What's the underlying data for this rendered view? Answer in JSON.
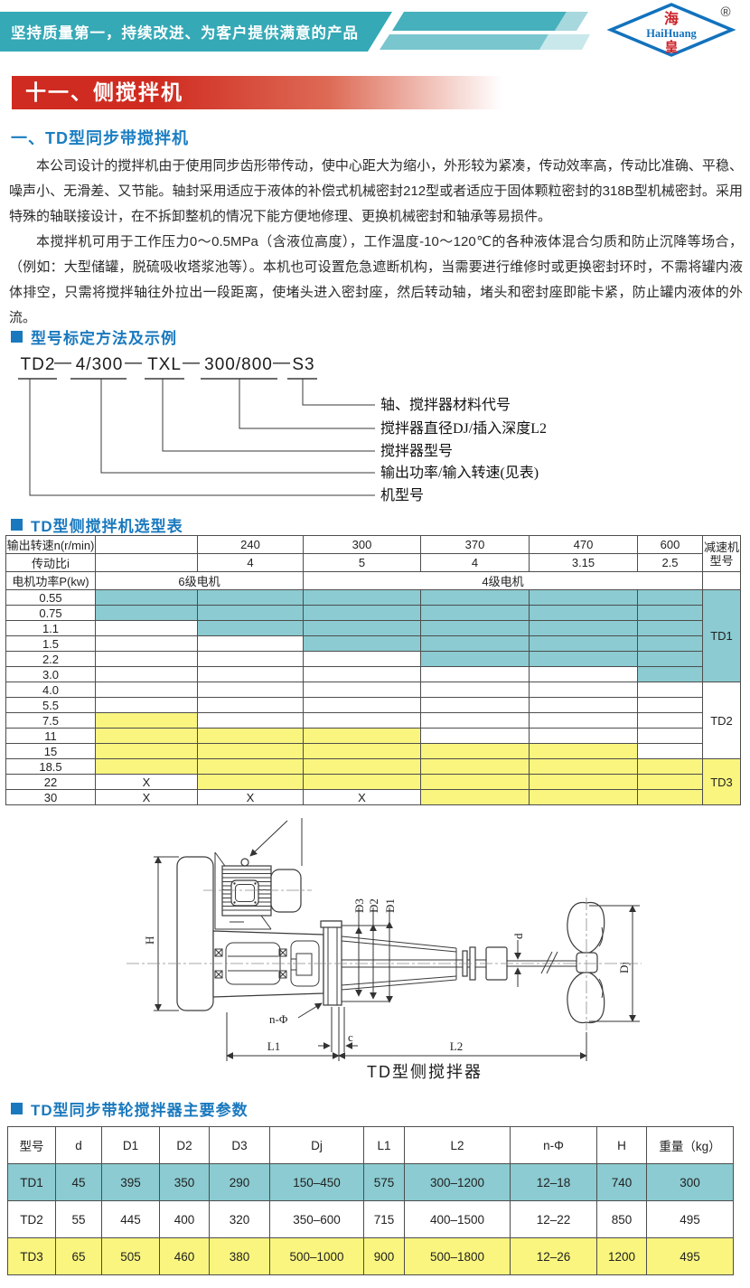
{
  "banner": {
    "slogan": "坚持质量第一，持续改进、为客户提供满意的产品",
    "logo": {
      "top": "海",
      "middle": "HaiHuang",
      "bottom": "皇",
      "registered": "®"
    }
  },
  "page_title": "十一、侧搅拌机",
  "intro": {
    "heading": "一、TD型同步带搅拌机",
    "paragraphs": [
      "本公司设计的搅拌机由于使用同步齿形带传动，使中心距大为缩小，外形较为紧凑，传动效率高，传动比准确、平稳、噪声小、无滑差、又节能。轴封采用适应于液体的补偿式机械密封212型或者适应于固体颗粒密封的318B型机械密封。采用特殊的轴联接设计，在不拆卸整机的情况下能方便地修理、更换机械密封和轴承等易损件。",
      "本搅拌机可用于工作压力0～0.5MPa（含液位高度），工作温度-10～120℃的各种液体混合匀质和防止沉降等场合，（例如：大型储罐，脱硫吸收塔浆池等）。本机也可设置危急遮断机构，当需要进行维修时或更换密封环时，不需将罐内液体排空，只需将搅拌轴往外拉出一段距离，使堵头进入密封座，然后转动轴，堵头和密封座即能卡紧，防止罐内液体的外流。"
    ]
  },
  "model_code": {
    "heading": "型号标定方法及示例",
    "segments": [
      "TD2",
      "4/300",
      "TXL",
      "300/800",
      "S3"
    ],
    "separator": "—",
    "callouts": [
      "轴、搅拌器材料代号",
      "搅拌器直径DJ/插入深度L2",
      "搅拌器型号",
      "输出功率/输入转速(见表)",
      "机型号"
    ]
  },
  "selection_table": {
    "heading": "TD型侧搅拌机选型表",
    "speed_label": "输出转速n(r/min)",
    "ratio_label": "传动比i",
    "power_label": "电机功率P(kw)",
    "gearbox_label_lines": [
      "减速机",
      "型号"
    ],
    "speeds": [
      "",
      "240",
      "300",
      "370",
      "470",
      "600"
    ],
    "ratios": [
      "",
      "4",
      "5",
      "4",
      "3.15",
      "2.5"
    ],
    "motor6": "6级电机",
    "motor4": "4级电机",
    "x_mark": "X",
    "rows": [
      {
        "power": "0.55",
        "cells": [
          "t",
          "t",
          "t",
          "t",
          "t",
          "t"
        ]
      },
      {
        "power": "0.75",
        "cells": [
          "t",
          "t",
          "t",
          "t",
          "t",
          "t"
        ]
      },
      {
        "power": "1.1",
        "cells": [
          "w",
          "t",
          "t",
          "t",
          "t",
          "t"
        ]
      },
      {
        "power": "1.5",
        "cells": [
          "w",
          "w",
          "t",
          "t",
          "t",
          "t"
        ]
      },
      {
        "power": "2.2",
        "cells": [
          "w",
          "w",
          "w",
          "t",
          "t",
          "t"
        ]
      },
      {
        "power": "3.0",
        "cells": [
          "w",
          "w",
          "w",
          "w",
          "w",
          "t"
        ]
      },
      {
        "power": "4.0",
        "cells": [
          "w",
          "w",
          "w",
          "w",
          "w",
          "w"
        ]
      },
      {
        "power": "5.5",
        "cells": [
          "w",
          "w",
          "w",
          "w",
          "w",
          "w"
        ]
      },
      {
        "power": "7.5",
        "cells": [
          "y",
          "w",
          "w",
          "w",
          "w",
          "w"
        ]
      },
      {
        "power": "11",
        "cells": [
          "y",
          "y",
          "y",
          "w",
          "w",
          "w"
        ]
      },
      {
        "power": "15",
        "cells": [
          "y",
          "y",
          "y",
          "y",
          "y",
          "w"
        ]
      },
      {
        "power": "18.5",
        "cells": [
          "y",
          "y",
          "y",
          "y",
          "y",
          "y"
        ]
      },
      {
        "power": "22",
        "cells": [
          "x",
          "y",
          "y",
          "y",
          "y",
          "y"
        ]
      },
      {
        "power": "30",
        "cells": [
          "x",
          "x",
          "x",
          "y",
          "y",
          "y"
        ]
      }
    ],
    "gearbox_groups": [
      {
        "label": "TD1",
        "rows": 6,
        "color": "t"
      },
      {
        "label": "TD2",
        "rows": 5,
        "color": "w"
      },
      {
        "label": "TD3",
        "rows": 3,
        "color": "y"
      }
    ]
  },
  "drawing": {
    "caption": "TD型侧搅拌器",
    "dims": {
      "h": "H",
      "d3": "D3",
      "d2": "D2",
      "d1": "D1",
      "d": "d",
      "dj": "Dj",
      "n_phi": "n-Φ",
      "c": "c",
      "l1": "L1",
      "l2": "L2"
    }
  },
  "params_table": {
    "heading": "TD型同步带轮搅拌器主要参数",
    "columns": [
      "型号",
      "d",
      "D1",
      "D2",
      "D3",
      "Dj",
      "L1",
      "L2",
      "n-Φ",
      "H",
      "重量（kg）"
    ],
    "rows": [
      {
        "color": "t",
        "values": [
          "TD1",
          "45",
          "395",
          "350",
          "290",
          "150–450",
          "575",
          "300–1200",
          "12–18",
          "740",
          "300"
        ]
      },
      {
        "color": "w",
        "values": [
          "TD2",
          "55",
          "445",
          "400",
          "320",
          "350–600",
          "715",
          "400–1500",
          "12–22",
          "850",
          "495"
        ]
      },
      {
        "color": "y",
        "values": [
          "TD3",
          "65",
          "505",
          "460",
          "380",
          "500–1000",
          "900",
          "500–1800",
          "12–26",
          "1200",
          "495"
        ]
      }
    ]
  },
  "colors": {
    "teal": "#8bcbd1",
    "yellow": "#f9f57f",
    "white": "#ffffff",
    "banner_teal": "#35a9b6",
    "title_red": "#d02b20",
    "heading_blue": "#1a79be"
  }
}
